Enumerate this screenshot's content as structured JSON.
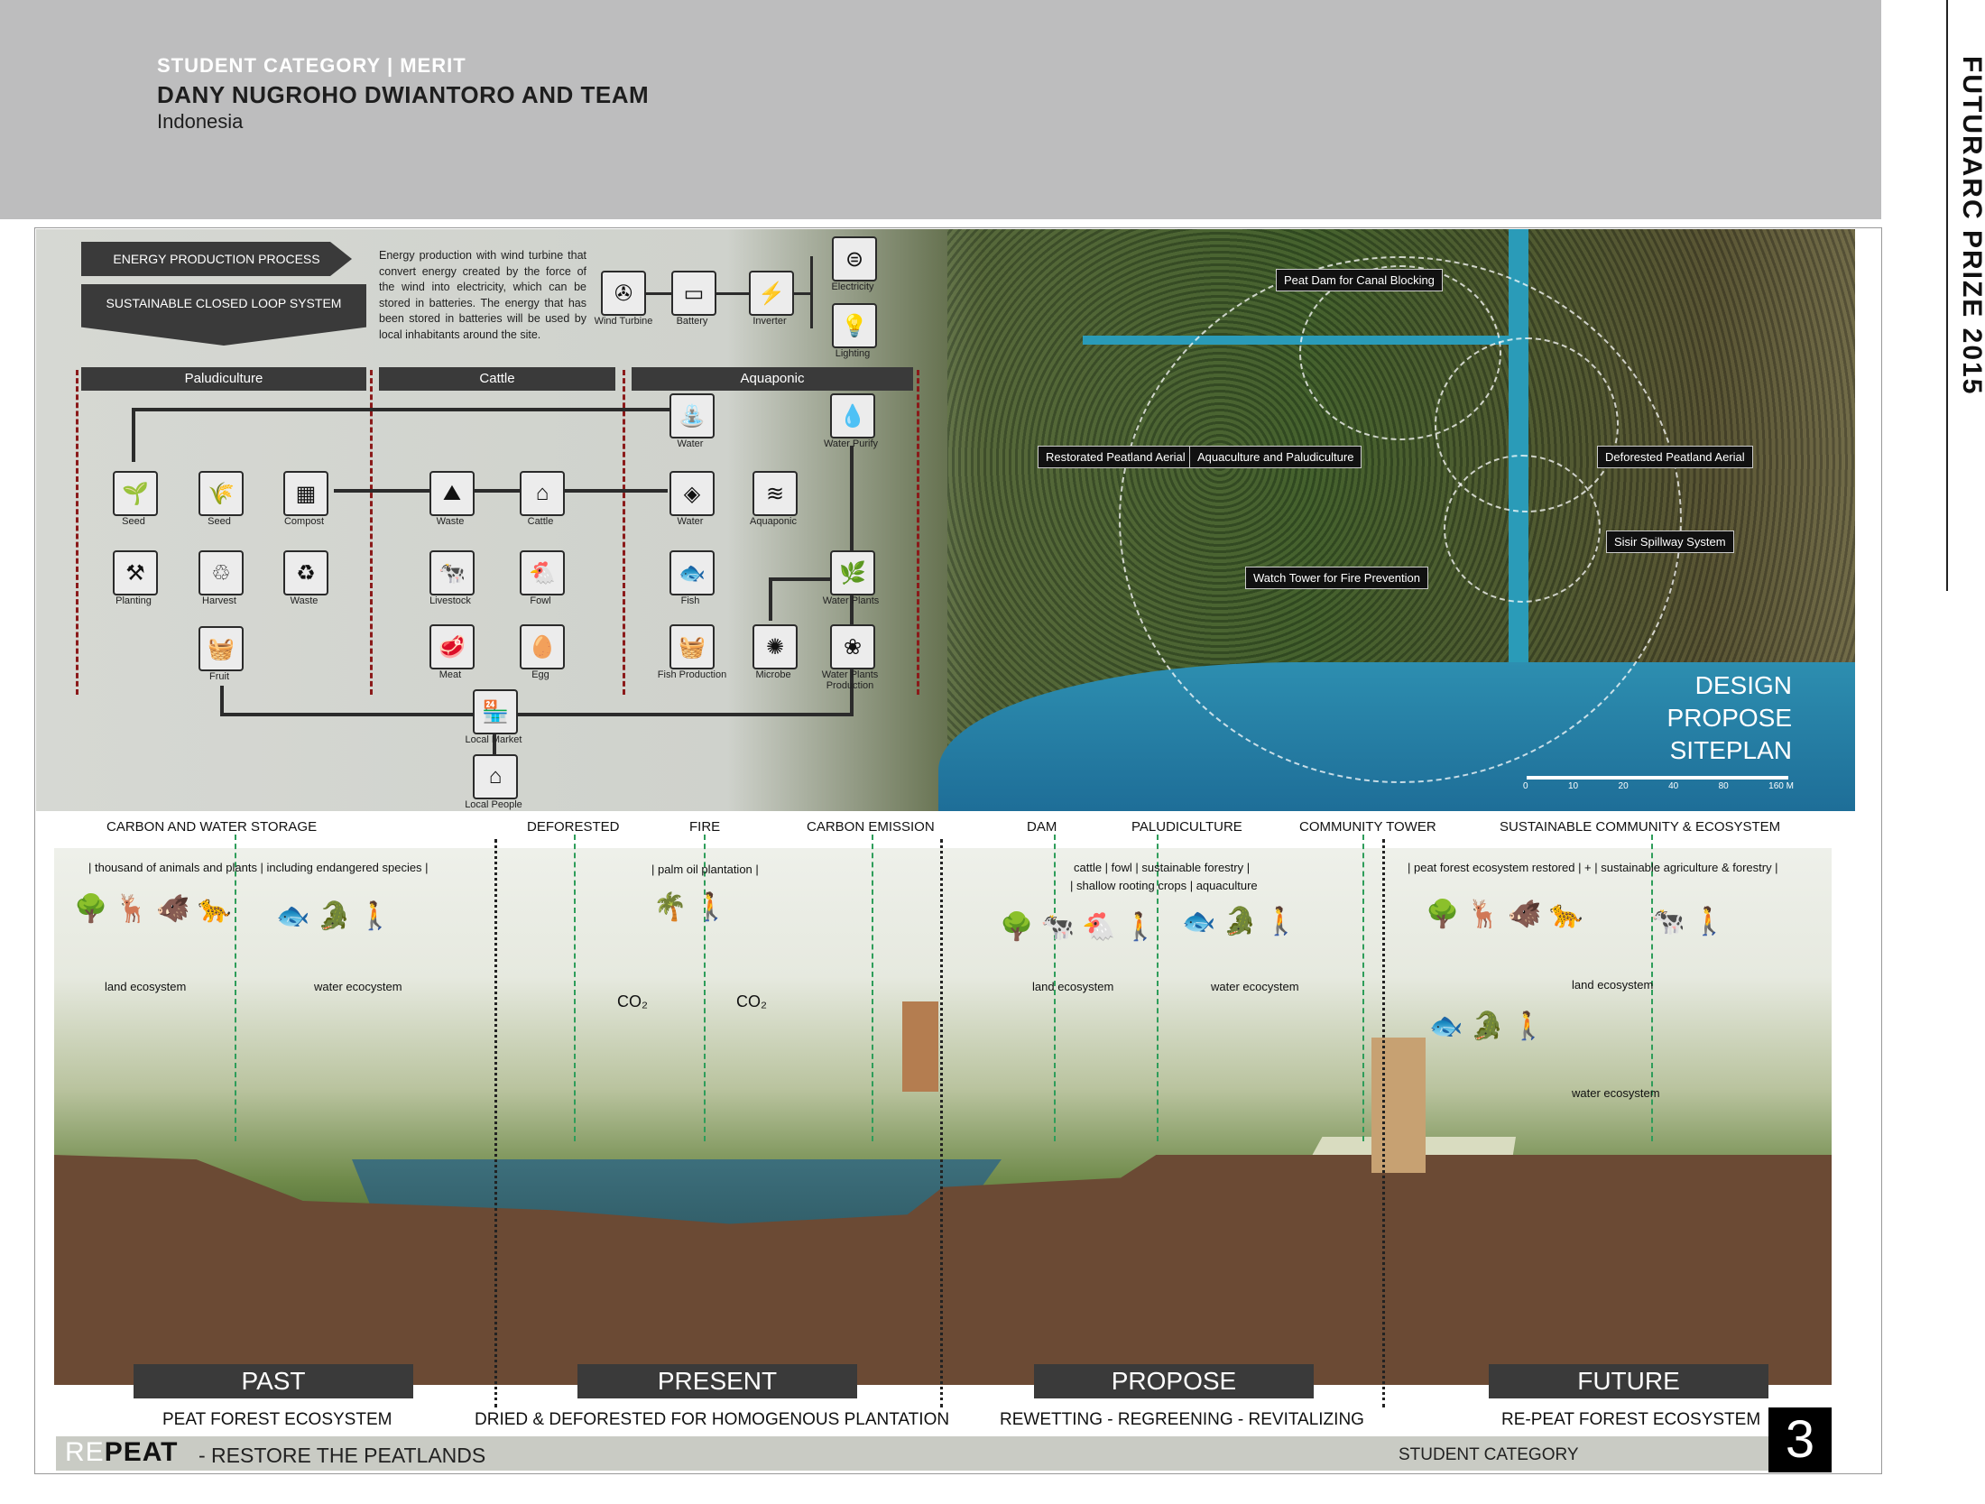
{
  "header": {
    "category": "STUDENT CATEGORY",
    "separator": "|",
    "award": "MERIT",
    "team": "DANY NUGROHO DWIANTORO AND TEAM",
    "country": "Indonesia"
  },
  "side_title": "FUTURARC PRIZE 2015",
  "diagram": {
    "energy_header": "ENERGY PRODUCTION PROCESS",
    "loop_header": "SUSTAINABLE CLOSED LOOP SYSTEM",
    "energy_text": "Energy production with wind turbine that convert energy created by the force of the wind into electricity, which can be stored in batteries. The energy that has been stored in batteries will be used by local inhabitants around the site.",
    "energy_nodes": [
      "Wind Turbine",
      "Battery",
      "Inverter",
      "Electricity",
      "Lighting"
    ],
    "categories": [
      "Paludiculture",
      "Cattle",
      "Aquaponic"
    ],
    "nodes": {
      "seed1": "Seed",
      "seed2": "Seed",
      "compost": "Compost",
      "planting": "Planting",
      "harvest": "Harvest",
      "waste1": "Waste",
      "fruit": "Fruit",
      "waste2": "Waste",
      "cattle": "Cattle",
      "livestock": "Livestock",
      "fowl": "Fowl",
      "meat": "Meat",
      "egg": "Egg",
      "water1": "Water",
      "water_purify": "Water Purify",
      "water2": "Water",
      "aquaponic": "Aquaponic",
      "fish": "Fish",
      "water_plants": "Water Plants",
      "fish_production": "Fish Production",
      "microbe": "Microbe",
      "water_plants_production": "Water Plants Production",
      "local_market": "Local Market",
      "local_people": "Local People"
    }
  },
  "siteplan": {
    "labels": [
      "Peat Dam for Canal Blocking",
      "Restorated Peatland Aerial",
      "Aquaculture and Paludiculture",
      "Deforested Peatland Aerial",
      "Sisir Spillway System",
      "Watch Tower for Fire Prevention"
    ],
    "title_lines": [
      "DESIGN",
      "PROPOSE",
      "SITEPLAN"
    ],
    "scale_ticks": [
      "0",
      "10",
      "20",
      "40",
      "80",
      "160 M"
    ]
  },
  "section_labels": [
    "CARBON AND WATER STORAGE",
    "DEFORESTED",
    "FIRE",
    "CARBON EMISSION",
    "DAM",
    "PALUDICULTURE",
    "COMMUNITY TOWER",
    "SUSTAINABLE COMMUNITY & ECOSYSTEM"
  ],
  "ecosystem_notes": {
    "past_header": "| thousand of animals and plants | including endangered species |",
    "past_land": "land ecosystem",
    "past_water": "water ecocystem",
    "present_header": "| palm oil plantation |",
    "co2_a": "CO₂",
    "co2_b": "CO₂",
    "propose_header_1": "cattle | fowl | sustainable forestry |",
    "propose_header_2": "| shallow rooting crops | aquaculture",
    "propose_land": "land ecosystem",
    "propose_water": "water ecocystem",
    "future_header": "| peat forest  ecosystem restored |   +   | sustainable agriculture & forestry |",
    "future_land": "land ecosystem",
    "future_water": "water ecosystem"
  },
  "eras": [
    {
      "name": "PAST",
      "desc": "PEAT FOREST ECOSYSTEM"
    },
    {
      "name": "PRESENT",
      "desc": "DRIED & DEFORESTED FOR HOMOGENOUS PLANTATION"
    },
    {
      "name": "PROPOSE",
      "desc": "REWETTING - REGREENING - REVITALIZING"
    },
    {
      "name": "FUTURE",
      "desc": "RE-PEAT FOREST ECOSYSTEM"
    }
  ],
  "footer": {
    "logo_re": "RE",
    "logo_peat": "PEAT",
    "tagline": "-   RESTORE THE PEATLANDS",
    "category": "STUDENT CATEGORY",
    "page": "3"
  }
}
